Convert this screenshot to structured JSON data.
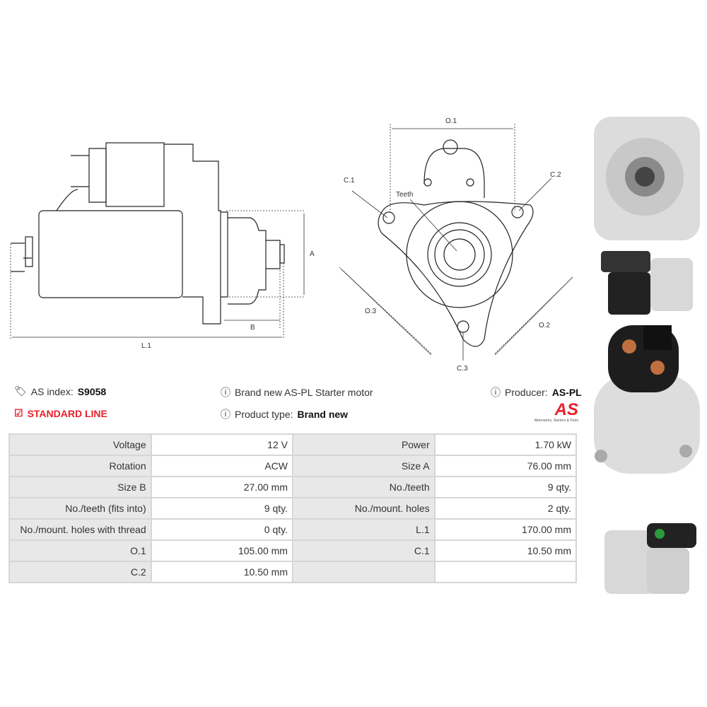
{
  "header": {
    "as_index_label": "AS index:",
    "as_index_value": "S9058",
    "line_label": "STANDARD LINE",
    "description": "Brand new AS-PL Starter motor",
    "product_type_label": "Product type:",
    "product_type_value": "Brand new",
    "producer_label": "Producer:",
    "producer_value": "AS-PL",
    "logo_text": "AS",
    "logo_tagline": "Alternators, Starters & Parts"
  },
  "diagram_labels": {
    "a": "A",
    "b": "B",
    "l1": "L.1",
    "o1": "O.1",
    "o2": "O.2",
    "o3": "O.3",
    "c1": "C.1",
    "c2": "C.2",
    "c3": "C.3",
    "teeth": "Teeth"
  },
  "specs": [
    [
      "Voltage",
      "12 V",
      "Power",
      "1.70 kW"
    ],
    [
      "Rotation",
      "ACW",
      "Size A",
      "76.00 mm"
    ],
    [
      "Size B",
      "27.00 mm",
      "No./teeth",
      "9 qty."
    ],
    [
      "No./teeth (fits into)",
      "9 qty.",
      "No./mount. holes",
      "2 qty."
    ],
    [
      "No./mount. holes with thread",
      "0 qty.",
      "L.1",
      "170.00 mm"
    ],
    [
      "O.1",
      "105.00 mm",
      "C.1",
      "10.50 mm"
    ],
    [
      "C.2",
      "10.50 mm",
      "",
      ""
    ]
  ],
  "colors": {
    "accent": "#e8202a",
    "table_key_bg": "#e8e8e8",
    "border": "#d6d6d6"
  }
}
